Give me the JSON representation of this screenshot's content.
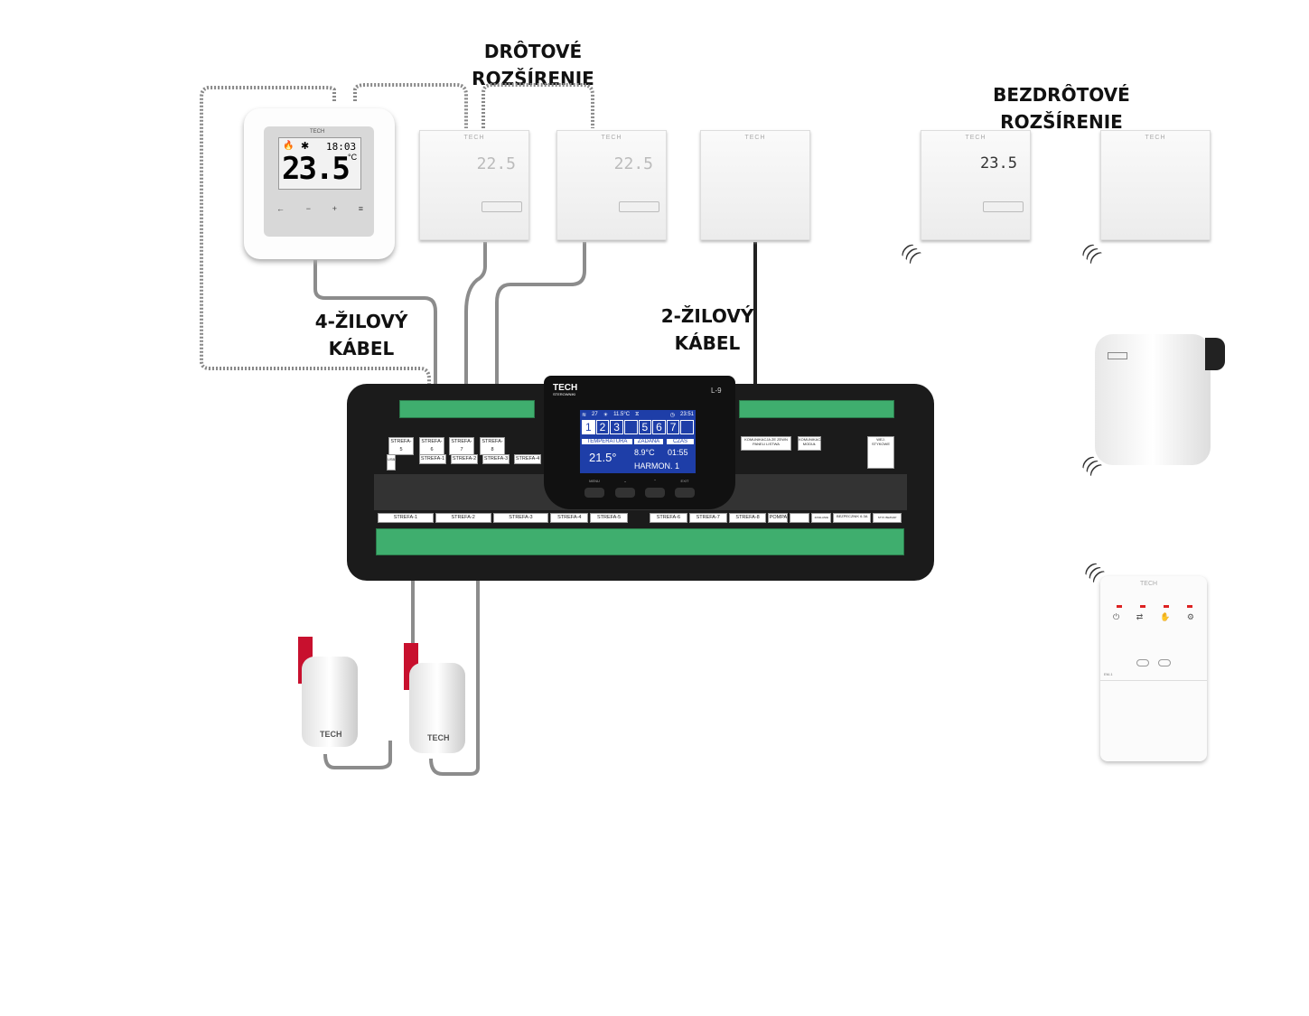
{
  "headings": {
    "wired": "DRÔTOVÉ ROZŠÍRENIE",
    "wireless": "BEZDRÔTOVÉ ROZŠÍRENIE",
    "cable4_line1": "4-ŽILOVÝ",
    "cable4_line2": "KÁBEL",
    "cable2_line1": "2-ŽILOVÝ",
    "cable2_line2": "KÁBEL"
  },
  "main_thermostat": {
    "brand": "TECH",
    "time": "18:03",
    "temp": "23.5",
    "unit": "°C",
    "buttons": [
      "←",
      "−",
      "+",
      "≡"
    ]
  },
  "wired_thermostats": [
    {
      "brand": "TECH",
      "temp": "22.5"
    },
    {
      "brand": "TECH",
      "temp": "22.5"
    },
    {
      "brand": "TECH",
      "temp": ""
    }
  ],
  "wireless_thermostats": [
    {
      "brand": "TECH",
      "temp": "23.5"
    },
    {
      "brand": "TECH",
      "temp": ""
    }
  ],
  "controller": {
    "brand": "TECH",
    "sub": "STEROWNIKI",
    "model": "L-9",
    "screen": {
      "signal": "27",
      "outdoor": "11.5°C",
      "clock": "23:51",
      "zones": [
        "1",
        "2",
        "3",
        "",
        "5",
        "6",
        "7",
        ""
      ],
      "temp_label": "TEMPERATURA",
      "temp_value": "21.5°",
      "set_label": "ZADANA",
      "set_value": "8.9°C",
      "time_label": "CZAS",
      "time_value": "01:55",
      "schedule": "HARMON. 1"
    },
    "keys": [
      "MENU",
      "⌄",
      "⌃",
      "EXIT"
    ],
    "top_labels_row1": [
      "STREFA-5",
      "STREFA-6",
      "STREFA-7",
      "STREFA-8"
    ],
    "top_labels_row2": [
      "STREFA-1",
      "STREFA-2",
      "STREFA-3",
      "STREFA-4"
    ],
    "usb": "USB",
    "right_labels": [
      "KOMUNIKACJA ZE ZEWN PANELI LISTWA",
      "KOMUNIKACJA MODUŁ",
      "WEJ. STYKOWE"
    ],
    "bottom_labels": [
      "STREFA-1",
      "STREFA-2",
      "STREFA-3",
      "STREFA-4",
      "STREFA-5",
      "STREFA-6",
      "STREFA-7",
      "STREFA-8",
      "POMPA",
      "",
      "ZASILANIE",
      "BEZPECZNIK 6.3A",
      "STYK BEZNAP"
    ]
  },
  "repeater": {
    "brand": "TECH",
    "label": "EM-1"
  },
  "actuators": [
    {
      "brand": "TECH"
    },
    {
      "brand": "TECH"
    }
  ],
  "colors": {
    "terminal": "#3fae6e",
    "screen": "#1e3ea8",
    "actuator_cap": "#c8102e",
    "cable": "#8c8c8c"
  }
}
